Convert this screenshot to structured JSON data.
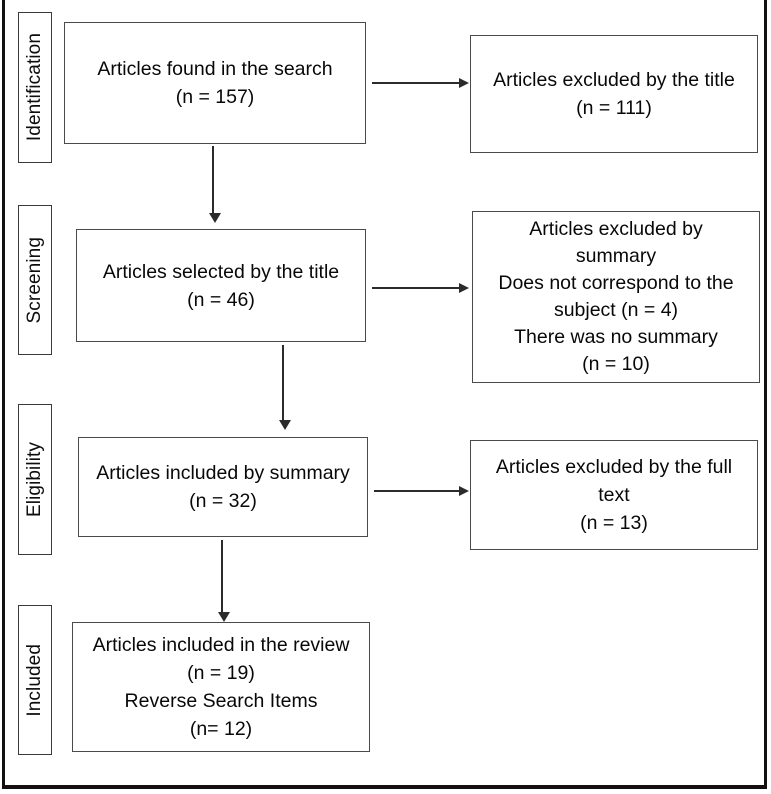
{
  "figure": {
    "type": "prisma-flow-diagram",
    "title": "",
    "stages": [
      {
        "id": "identification",
        "label": "Identification"
      },
      {
        "id": "screening",
        "label": "Screening"
      },
      {
        "id": "eligibility",
        "label": "Eligibility"
      },
      {
        "id": "included",
        "label": "Included"
      }
    ],
    "nodes": {
      "found_in_search": {
        "text": "Articles found in the search\n(n = 157)",
        "count": 157,
        "stage": "identification",
        "column": "left"
      },
      "excluded_by_title": {
        "text": "Articles excluded by the title\n(n = 111)",
        "count": 111,
        "stage": "identification",
        "column": "right"
      },
      "selected_by_title": {
        "text": "Articles selected by the title\n(n = 46)",
        "count": 46,
        "stage": "screening",
        "column": "left"
      },
      "excluded_by_summary": {
        "text": "Articles excluded by\nsummary\nDoes not correspond to the\nsubject (n = 4)\nThere was no summary\n(n = 10)",
        "count_not_corresponding": 4,
        "count_no_summary": 10,
        "stage": "screening",
        "column": "right"
      },
      "included_by_summary": {
        "text": "Articles included by summary\n(n = 32)",
        "count": 32,
        "stage": "eligibility",
        "column": "left"
      },
      "excluded_by_full_text": {
        "text": "Articles excluded by the full\ntext\n(n = 13)",
        "count": 13,
        "stage": "eligibility",
        "column": "right"
      },
      "included_in_review": {
        "text": "Articles included in the review\n(n = 19)\nReverse Search Items\n(n= 12)",
        "count_review": 19,
        "count_reverse_search": 12,
        "stage": "included",
        "column": "left"
      }
    },
    "connectors": [
      {
        "id": "found-to-excluded-title",
        "from": "found_in_search",
        "to": "excluded_by_title",
        "direction": "right"
      },
      {
        "id": "found-to-selected",
        "from": "found_in_search",
        "to": "selected_by_title",
        "direction": "down"
      },
      {
        "id": "selected-to-excluded-summary",
        "from": "selected_by_title",
        "to": "excluded_by_summary",
        "direction": "right"
      },
      {
        "id": "selected-to-included-summary",
        "from": "selected_by_title",
        "to": "included_by_summary",
        "direction": "down"
      },
      {
        "id": "included-summary-to-excluded-full-text",
        "from": "included_by_summary",
        "to": "excluded_by_full_text",
        "direction": "right"
      },
      {
        "id": "included-summary-to-review",
        "from": "included_by_summary",
        "to": "included_in_review",
        "direction": "down"
      }
    ],
    "colors": {
      "background": "#ffffff",
      "box_border": "#4a4a4a",
      "frame_border": "#111111",
      "text": "#080808",
      "arrow": "#2b2b2b"
    }
  }
}
